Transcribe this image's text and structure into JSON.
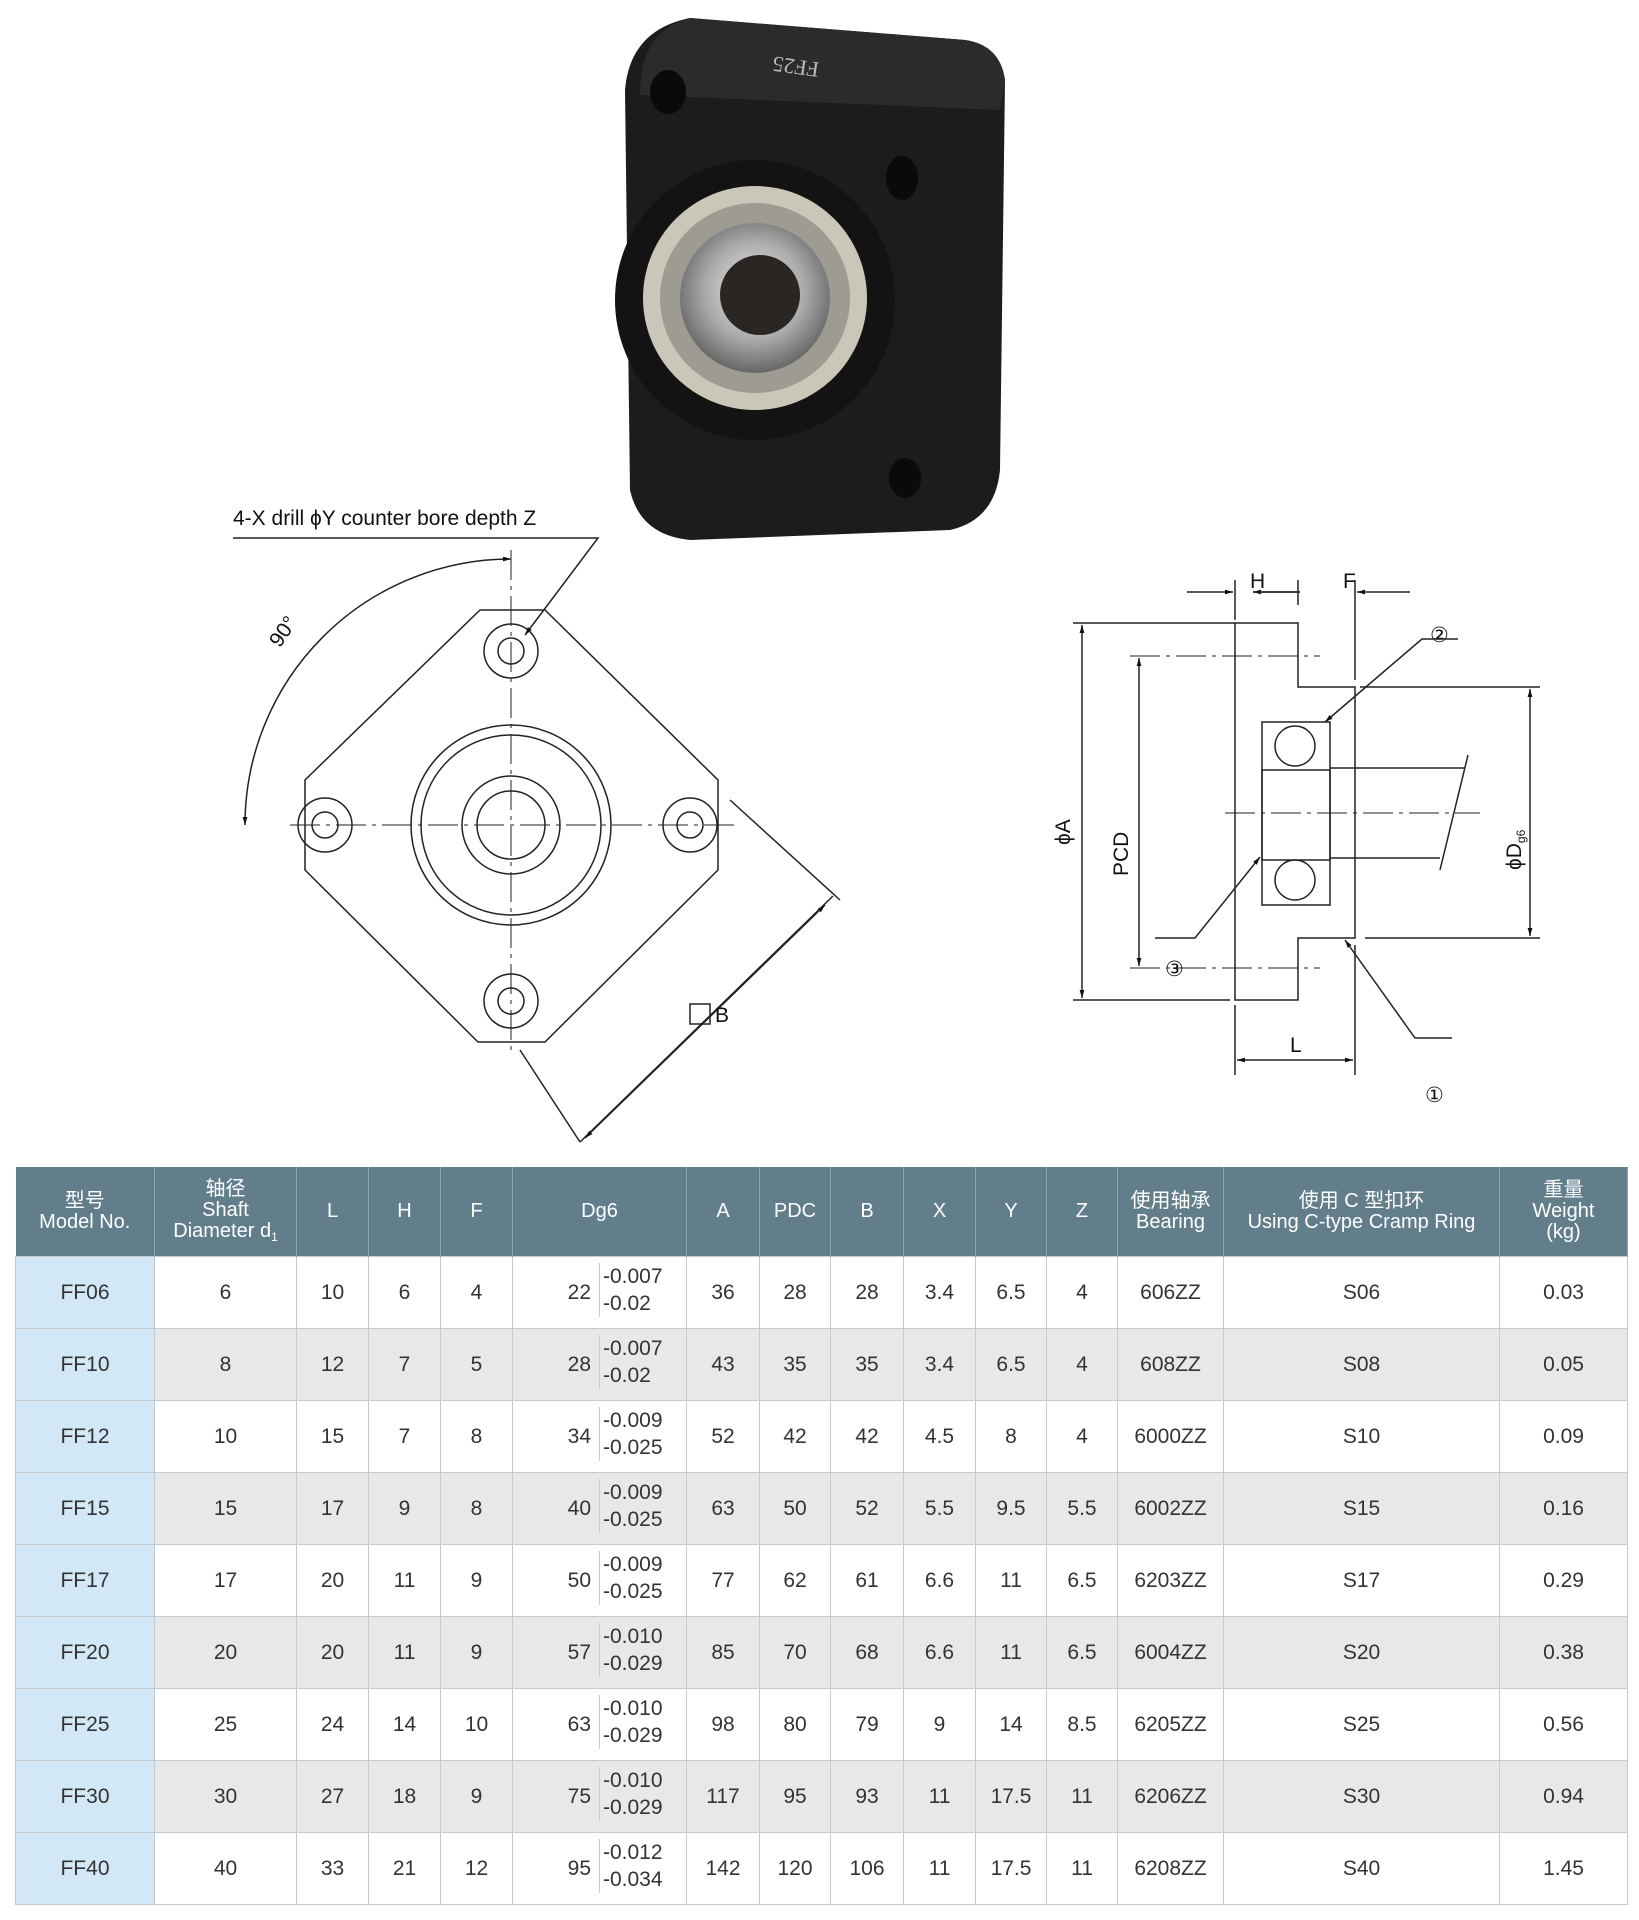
{
  "drawing": {
    "product_mark": "FF25",
    "hole_note": "4-X drill ϕY counter bore depth Z",
    "angle": "90°",
    "square_b": "B",
    "dim_h": "H",
    "dim_f": "F",
    "dim_l": "L",
    "dim_a": "ϕA",
    "dim_pcd": "PCD",
    "dim_d": "ϕD",
    "dim_d_sub": "g6",
    "callout_1": "①",
    "callout_2": "②",
    "callout_3": "③"
  },
  "table": {
    "headers": {
      "model_cn": "型号",
      "model_en": "Model No.",
      "shaft_cn": "轴径",
      "shaft_en1": "Shaft",
      "shaft_en2": "Diameter d",
      "shaft_sub": "1",
      "L": "L",
      "H": "H",
      "F": "F",
      "Dg6": "Dg6",
      "A": "A",
      "PDC": "PDC",
      "B": "B",
      "X": "X",
      "Y": "Y",
      "Z": "Z",
      "bearing_cn": "使用轴承",
      "bearing_en": "Bearing",
      "ring_cn": "使用 C 型扣环",
      "ring_en": "Using C-type Cramp Ring",
      "weight_cn": "重量",
      "weight_en": "Weight",
      "weight_unit": "(kg)"
    },
    "rows": [
      {
        "model": "FF06",
        "d1": "6",
        "L": "10",
        "H": "6",
        "F": "4",
        "D": "22",
        "tol_up": "-0.007",
        "tol_lo": "-0.02",
        "A": "36",
        "PDC": "28",
        "B": "28",
        "X": "3.4",
        "Y": "6.5",
        "Z": "4",
        "bearing": "606ZZ",
        "ring": "S06",
        "weight": "0.03"
      },
      {
        "model": "FF10",
        "d1": "8",
        "L": "12",
        "H": "7",
        "F": "5",
        "D": "28",
        "tol_up": "-0.007",
        "tol_lo": "-0.02",
        "A": "43",
        "PDC": "35",
        "B": "35",
        "X": "3.4",
        "Y": "6.5",
        "Z": "4",
        "bearing": "608ZZ",
        "ring": "S08",
        "weight": "0.05"
      },
      {
        "model": "FF12",
        "d1": "10",
        "L": "15",
        "H": "7",
        "F": "8",
        "D": "34",
        "tol_up": "-0.009",
        "tol_lo": "-0.025",
        "A": "52",
        "PDC": "42",
        "B": "42",
        "X": "4.5",
        "Y": "8",
        "Z": "4",
        "bearing": "6000ZZ",
        "ring": "S10",
        "weight": "0.09"
      },
      {
        "model": "FF15",
        "d1": "15",
        "L": "17",
        "H": "9",
        "F": "8",
        "D": "40",
        "tol_up": "-0.009",
        "tol_lo": "-0.025",
        "A": "63",
        "PDC": "50",
        "B": "52",
        "X": "5.5",
        "Y": "9.5",
        "Z": "5.5",
        "bearing": "6002ZZ",
        "ring": "S15",
        "weight": "0.16"
      },
      {
        "model": "FF17",
        "d1": "17",
        "L": "20",
        "H": "11",
        "F": "9",
        "D": "50",
        "tol_up": "-0.009",
        "tol_lo": "-0.025",
        "A": "77",
        "PDC": "62",
        "B": "61",
        "X": "6.6",
        "Y": "11",
        "Z": "6.5",
        "bearing": "6203ZZ",
        "ring": "S17",
        "weight": "0.29"
      },
      {
        "model": "FF20",
        "d1": "20",
        "L": "20",
        "H": "11",
        "F": "9",
        "D": "57",
        "tol_up": "-0.010",
        "tol_lo": "-0.029",
        "A": "85",
        "PDC": "70",
        "B": "68",
        "X": "6.6",
        "Y": "11",
        "Z": "6.5",
        "bearing": "6004ZZ",
        "ring": "S20",
        "weight": "0.38"
      },
      {
        "model": "FF25",
        "d1": "25",
        "L": "24",
        "H": "14",
        "F": "10",
        "D": "63",
        "tol_up": "-0.010",
        "tol_lo": "-0.029",
        "A": "98",
        "PDC": "80",
        "B": "79",
        "X": "9",
        "Y": "14",
        "Z": "8.5",
        "bearing": "6205ZZ",
        "ring": "S25",
        "weight": "0.56"
      },
      {
        "model": "FF30",
        "d1": "30",
        "L": "27",
        "H": "18",
        "F": "9",
        "D": "75",
        "tol_up": "-0.010",
        "tol_lo": "-0.029",
        "A": "117",
        "PDC": "95",
        "B": "93",
        "X": "11",
        "Y": "17.5",
        "Z": "11",
        "bearing": "6206ZZ",
        "ring": "S30",
        "weight": "0.94"
      },
      {
        "model": "FF40",
        "d1": "40",
        "L": "33",
        "H": "21",
        "F": "12",
        "D": "95",
        "tol_up": "-0.012",
        "tol_lo": "-0.034",
        "A": "142",
        "PDC": "120",
        "B": "106",
        "X": "11",
        "Y": "17.5",
        "Z": "11",
        "bearing": "6208ZZ",
        "ring": "S40",
        "weight": "1.45"
      }
    ]
  }
}
